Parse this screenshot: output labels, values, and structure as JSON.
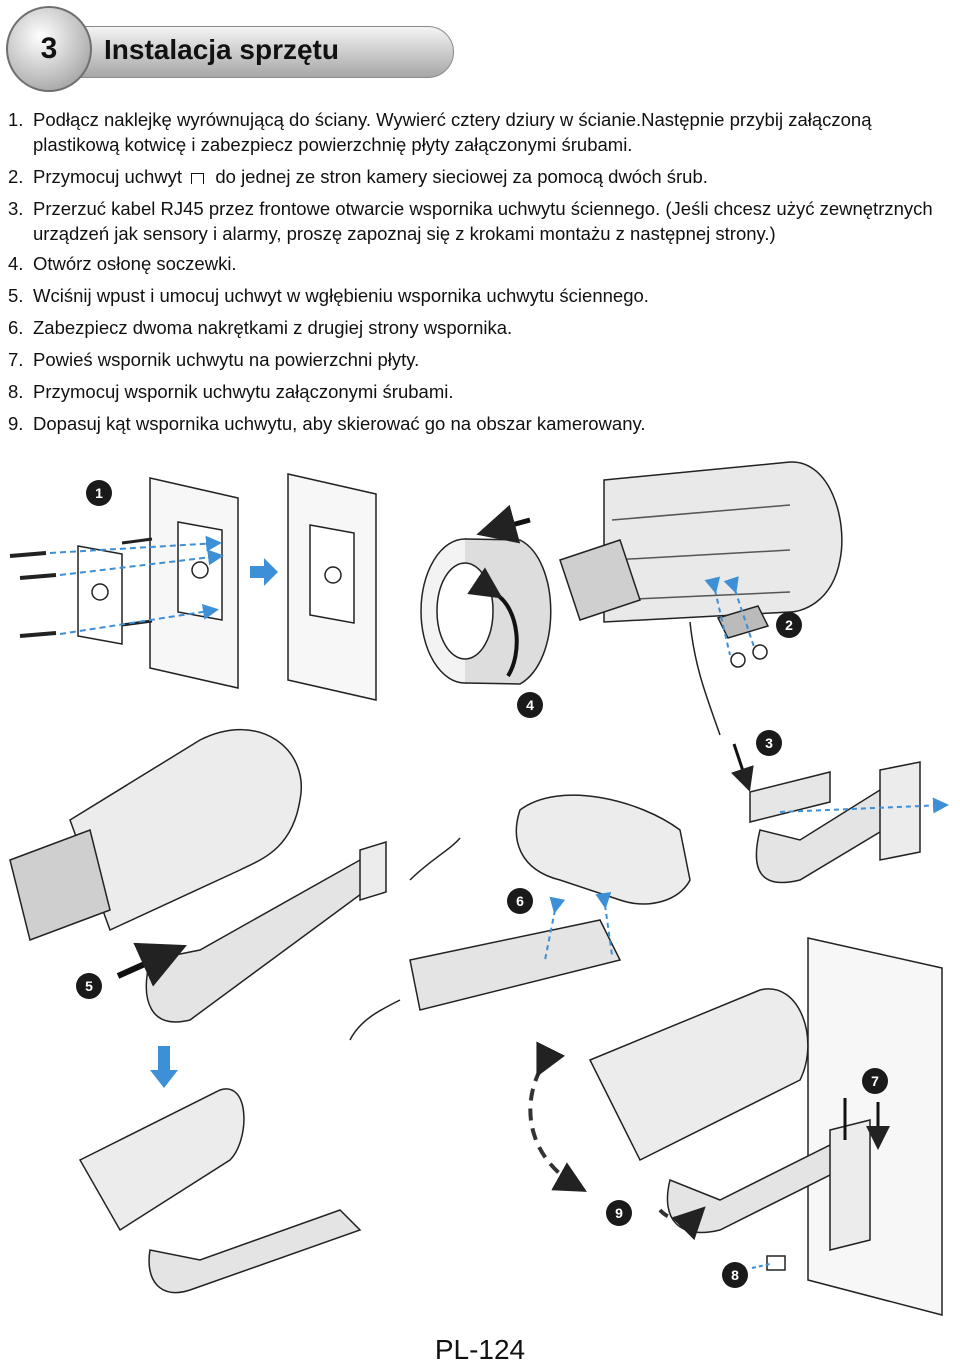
{
  "header": {
    "section_number": "3",
    "title": "Instalacja sprzętu"
  },
  "steps": [
    {
      "n": "1.",
      "text": "Podłącz naklejkę wyrównującą do ściany. Wywierć cztery dziury w ścianie.Następnie przybij załączoną plastikową kotwicę i zabezpiecz powierzchnię płyty załączonymi śrubami."
    },
    {
      "n": "2.",
      "text_before": "Przymocuj uchwyt",
      "text_after": "do jednej ze stron kamery sieciowej za pomocą dwóch śrub."
    },
    {
      "n": "3.",
      "text": "Przerzuć kabel RJ45 przez frontowe otwarcie wspornika uchwytu ściennego. (Jeśli chcesz użyć zewnętrznych urządzeń jak sensory i alarmy, proszę zapoznaj się z krokami montażu z następnej strony.)"
    },
    {
      "n": "4.",
      "text": "Otwórz osłonę soczewki."
    },
    {
      "n": "5.",
      "text": "Wciśnij wpust i umocuj uchwyt w wgłębieniu wspornika uchwytu ściennego."
    },
    {
      "n": "6.",
      "text": "Zabezpiecz dwoma nakrętkami z drugiej strony wspornika."
    },
    {
      "n": "7.",
      "text": "Powieś wspornik uchwytu na powierzchni płyty."
    },
    {
      "n": "8.",
      "text": "Przymocuj wspornik uchwytu załączonymi śrubami."
    },
    {
      "n": "9.",
      "text": "Dopasuj kąt wspornika uchwytu, aby skierować go na obszar kamerowany."
    }
  ],
  "figure_badges": [
    "1",
    "2",
    "3",
    "4",
    "5",
    "6",
    "7",
    "8",
    "9"
  ],
  "colors": {
    "arrow_blue": "#3d8fd6",
    "badge": "#1a1a1a"
  },
  "footer": {
    "page_label": "PL-124"
  }
}
